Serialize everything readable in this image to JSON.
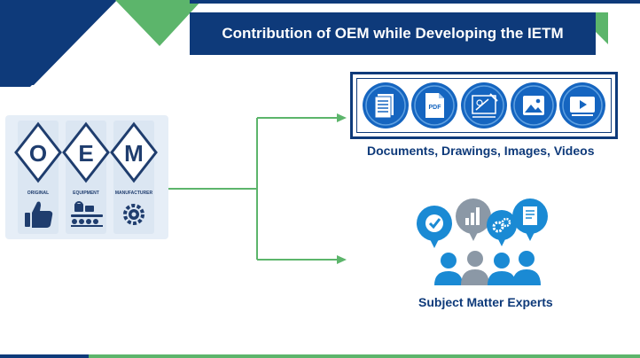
{
  "title": "Contribution of OEM while Developing the IETM",
  "oem": {
    "letters": [
      "O",
      "E",
      "M"
    ],
    "words": [
      "ORIGINAL",
      "EQUIPMENT",
      "MANUFACTURER"
    ],
    "icons": [
      "thumbs-up-icon",
      "conveyor-icon",
      "gear-icon"
    ]
  },
  "media": {
    "icons": [
      "document-icon",
      "pdf-icon",
      "drawing-icon",
      "image-icon",
      "video-icon"
    ],
    "pdf_label": "PDF",
    "caption": "Documents, Drawings, Images, Videos"
  },
  "sme": {
    "caption": "Subject Matter Experts",
    "bubbles": [
      "checkmark-icon",
      "bar-chart-icon",
      "gears-icon",
      "report-icon"
    ]
  },
  "colors": {
    "navy": "#0e3a7a",
    "blue": "#1565c0",
    "green": "#5cb56b",
    "light_blue": "#e6eef7"
  }
}
